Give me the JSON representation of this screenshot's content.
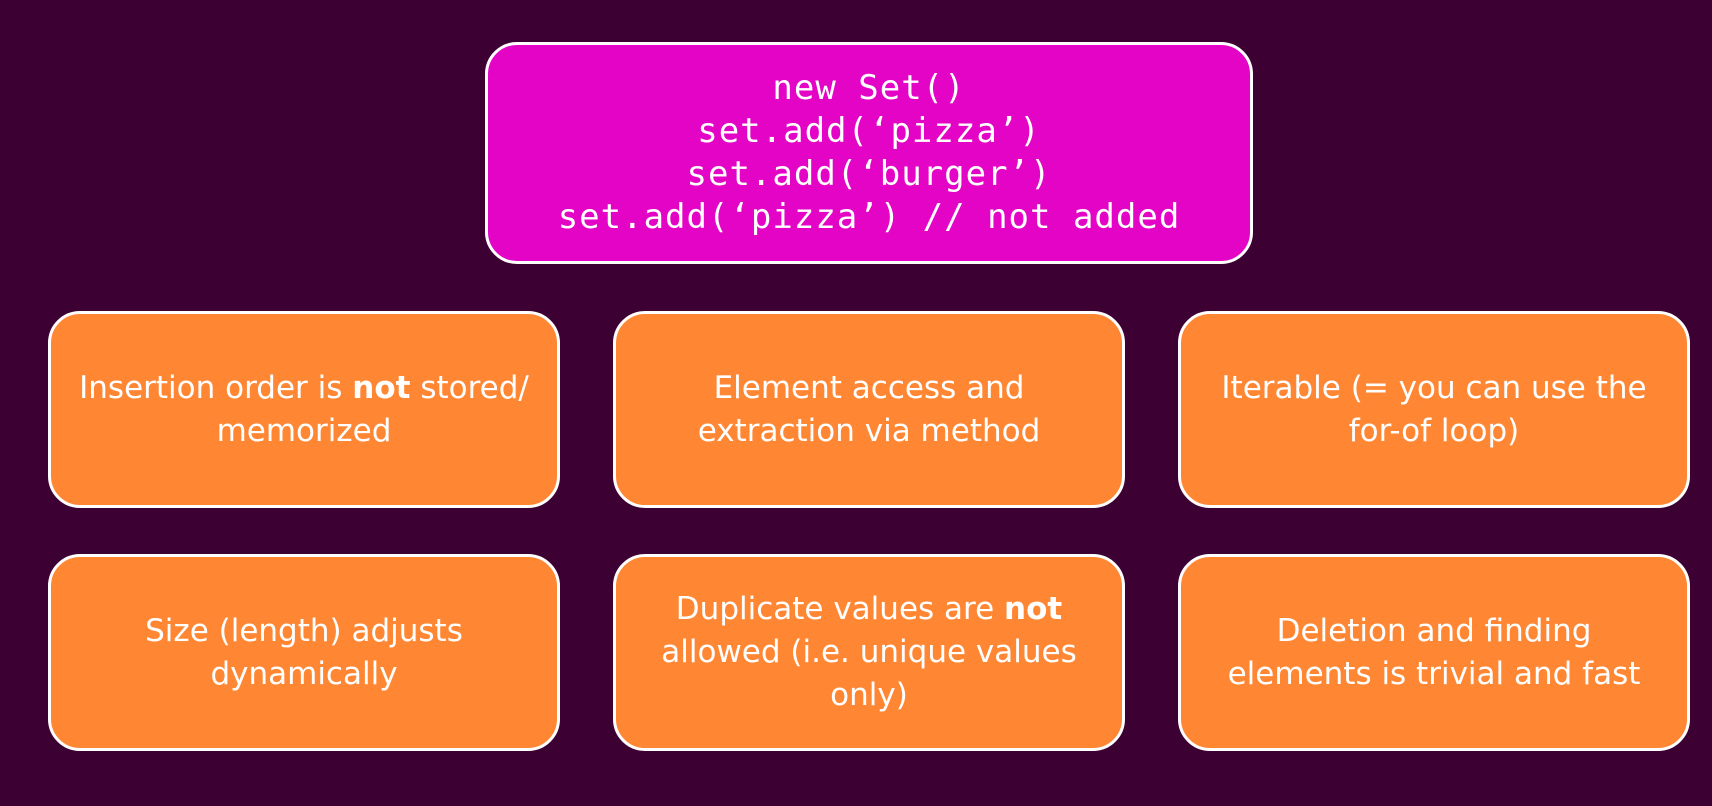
{
  "code_box": {
    "lines": [
      "new Set()",
      "set.add(‘pizza’)",
      "set.add(‘burger’)",
      "set.add(‘pizza’) // not added"
    ]
  },
  "cards": [
    {
      "before": "Insertion order is ",
      "bold": "not",
      "after": " stored/ memorized"
    },
    {
      "before": "Element access and extraction via method",
      "bold": "",
      "after": ""
    },
    {
      "before": "Iterable (= you can use the for-of loop)",
      "bold": "",
      "after": ""
    },
    {
      "before": "Size (length) adjusts dynamically",
      "bold": "",
      "after": ""
    },
    {
      "before": "Duplicate values are ",
      "bold": "not",
      "after": " allowed (i.e. unique values only)"
    },
    {
      "before": "Deletion and finding elements is trivial and fast",
      "bold": "",
      "after": ""
    }
  ],
  "colors": {
    "background": "#3d0033",
    "code_box": "#e304c5",
    "cards": "#ff8734",
    "border": "#ffffff",
    "text": "#ffffff"
  }
}
